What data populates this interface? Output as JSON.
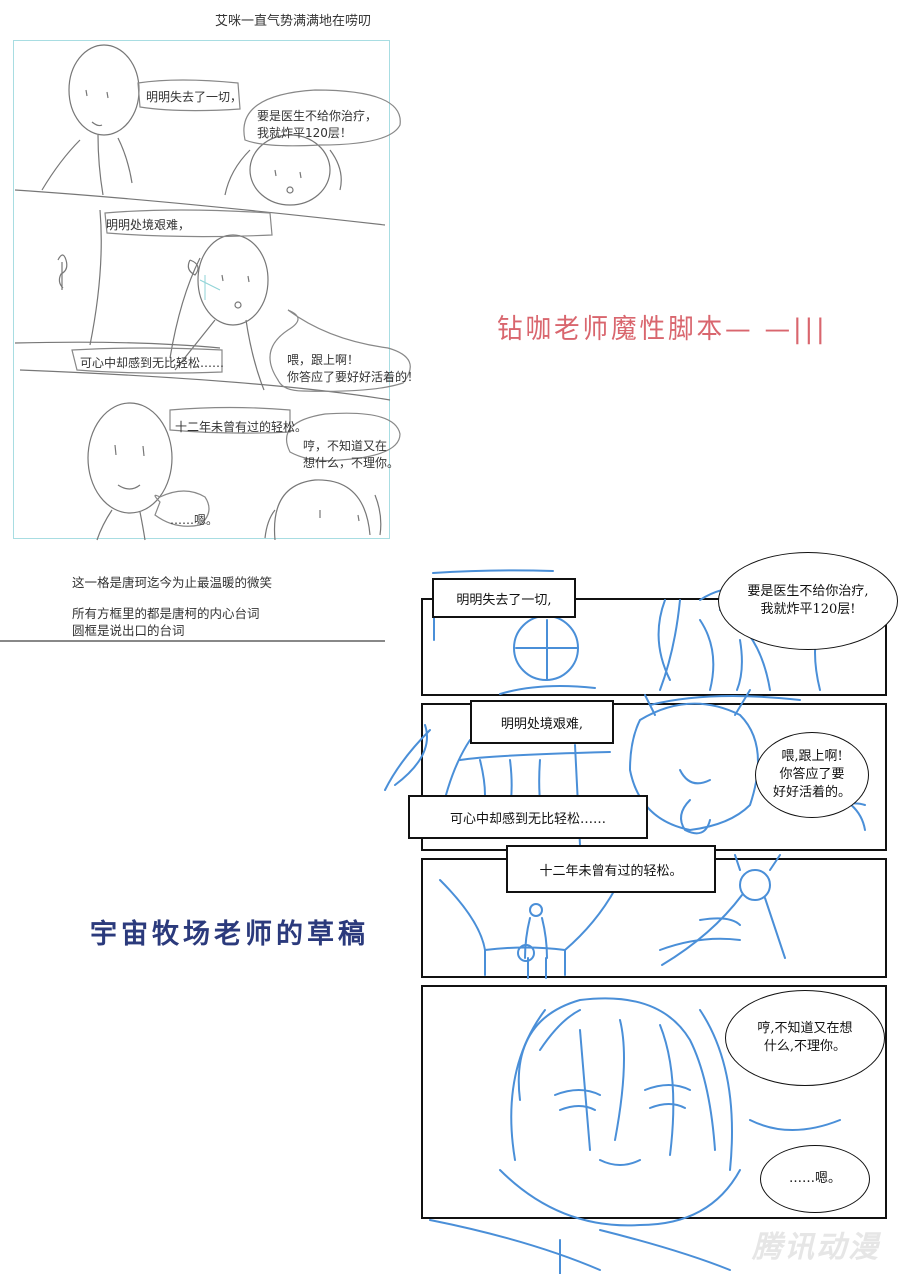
{
  "rough_sketch": {
    "caption": "艾咪一直气势满满地在唠叨",
    "panel1": {
      "narration": "明明失去了一切，",
      "speech": [
        "要是医生不给你治疗，",
        "我就炸平120层！"
      ]
    },
    "panel2": {
      "narration_1": "明明处境艰难，",
      "narration_2": "可心中却感到无比轻松……",
      "speech": [
        "喂，跟上啊！",
        "你答应了要好好活着的！"
      ]
    },
    "panel3": {
      "narration": "十二年未曾有过的轻松。",
      "speech": [
        "哼，不知道又在",
        "想什么，不理你。"
      ],
      "reply": "……嗯。"
    },
    "notes": {
      "line1": "这一格是唐珂迄今为止最温暖的微笑",
      "line2": "所有方框里的都是唐柯的内心台词",
      "line3": "圆框是说出口的台词"
    }
  },
  "titles": {
    "script_author": "钻咖老师魔性脚本— —|||",
    "draft_author": "宇宙牧场老师的草稿"
  },
  "final_draft": {
    "panel1": {
      "narration": "明明失去了一切,",
      "speech": [
        "要是医生不给你治疗,",
        "我就炸平120层!"
      ]
    },
    "panel2": {
      "narration_1": "明明处境艰难,",
      "narration_2": "可心中却感到无比轻松……",
      "speech": [
        "喂,跟上啊!",
        "你答应了要",
        "好好活着的。"
      ]
    },
    "panel3": {
      "narration": "十二年未曾有过的轻松。"
    },
    "panel4": {
      "speech": [
        "哼,不知道又在想",
        "什么,不理你。"
      ],
      "reply": "……嗯。"
    }
  },
  "watermark": "腾讯动漫",
  "colors": {
    "rough_frame": "#a8dde2",
    "pink_title": "#d9666e",
    "blue_title": "#2b3a7c",
    "sketch_blue": "#4a8fd8",
    "pencil_gray": "#666666"
  }
}
